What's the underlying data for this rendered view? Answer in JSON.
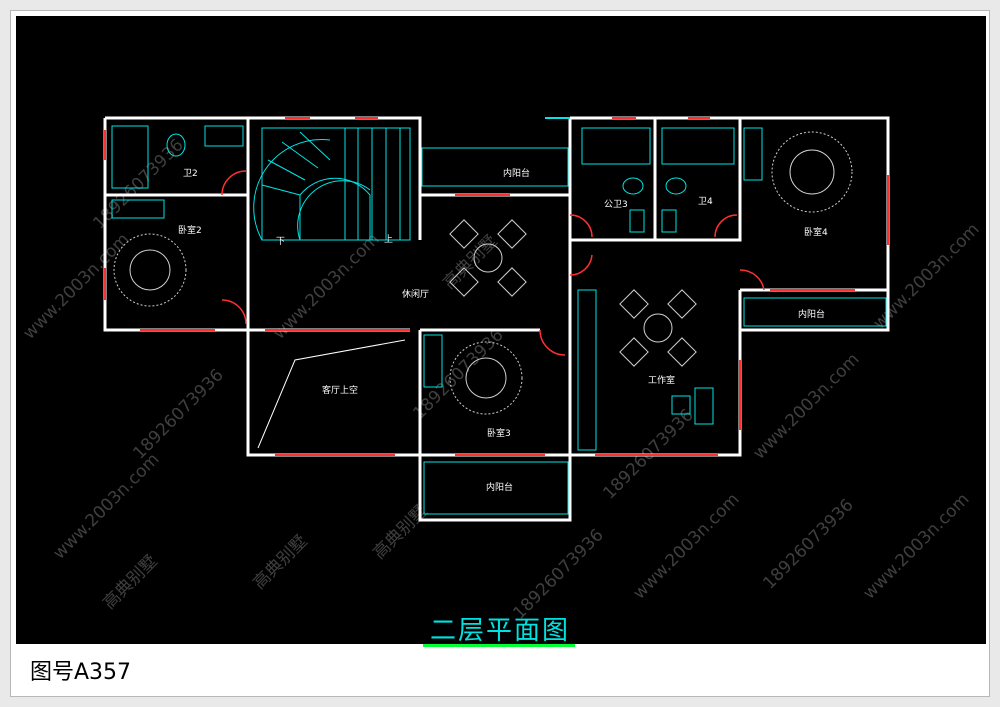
{
  "drawing_title": "二层平面图",
  "drawing_number": "图号A357",
  "watermark": {
    "phone": "18926073936",
    "site": "www.2003n.com",
    "brand": "高典别墅"
  },
  "rooms": {
    "bath2": "卫2",
    "bedroom2": "卧室2",
    "lounge": "休闲厅",
    "balcony_top": "内阳台",
    "public_bath3": "公卫3",
    "bath4": "卫4",
    "bedroom4": "卧室4",
    "balcony_right": "内阳台",
    "atrium": "客厅上空",
    "bedroom3": "卧室3",
    "study": "工作室",
    "balcony_bottom": "内阳台"
  },
  "stair": {
    "down": "下",
    "up": "上"
  },
  "colors": {
    "wall": "#ffffff",
    "window": "#ff3030",
    "fixture": "#00e5e5",
    "title": "#00e1e1",
    "underline": "#00ff33"
  }
}
